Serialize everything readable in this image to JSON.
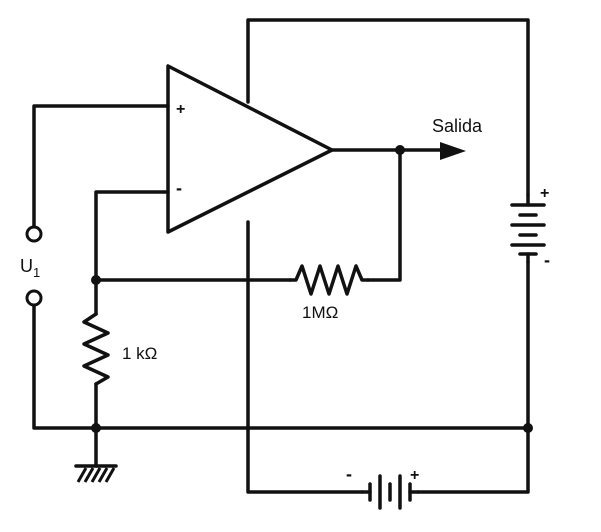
{
  "labels": {
    "output": "Salida",
    "input": "U",
    "input_sub": "1",
    "feedback_resistor": "1MΩ",
    "ground_resistor": "1 kΩ",
    "opamp_plus": "+",
    "opamp_minus": "-",
    "battery_right_plus": "+",
    "battery_right_minus": "-",
    "battery_bottom_minus": "-",
    "battery_bottom_plus": "+"
  },
  "colors": {
    "ink": "#111111",
    "background": "#ffffff"
  }
}
